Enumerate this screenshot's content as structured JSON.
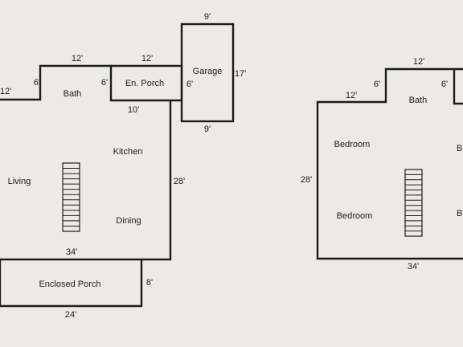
{
  "floor1": {
    "rooms": {
      "bath": "Bath",
      "en_porch": "En. Porch",
      "garage": "Garage",
      "kitchen": "Kitchen",
      "living": "Living",
      "dining": "Dining",
      "enclosed_porch": "Enclosed Porch"
    },
    "dims": {
      "left_wall": "12'",
      "bath_left": "6'",
      "bath_top": "12'",
      "bath_right": "6'",
      "porch_top": "12'",
      "porch_right": "6'",
      "porch_bottom": "10'",
      "garage_top": "9'",
      "garage_right": "17'",
      "garage_bottom": "9'",
      "kitchen_right": "28'",
      "main_bottom": "34'",
      "enclosed_porch_right": "8'",
      "enclosed_porch_bottom": "24'"
    }
  },
  "floor2": {
    "rooms": {
      "bath": "Bath",
      "bedroom_tl": "Bedroom",
      "bedroom_bl": "Bedroom",
      "bedroom_tr": "B",
      "bedroom_br": "B"
    },
    "dims": {
      "top_left": "12'",
      "bath_left": "6'",
      "bath_top": "12'",
      "bath_right": "6'",
      "left_side": "28'",
      "bottom": "34'"
    }
  }
}
